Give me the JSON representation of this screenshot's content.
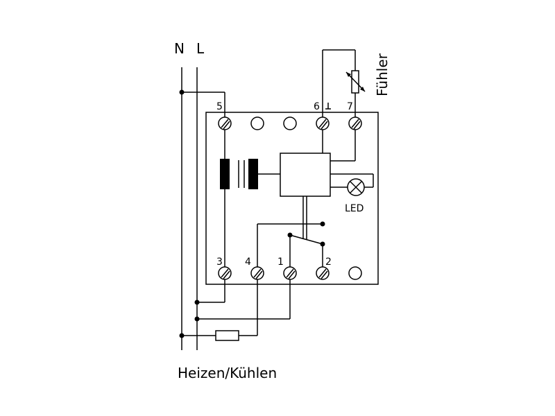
{
  "labels": {
    "neutral": "N",
    "line": "L",
    "sensor": "Fühler",
    "led": "LED",
    "caption": "Heizen/Kühlen"
  },
  "terminals": {
    "t5": "5",
    "t6": "6",
    "t7": "7",
    "t3": "3",
    "t4": "4",
    "t1": "1",
    "t2": "2"
  },
  "colors": {
    "line": "#000000",
    "background": "#ffffff"
  }
}
